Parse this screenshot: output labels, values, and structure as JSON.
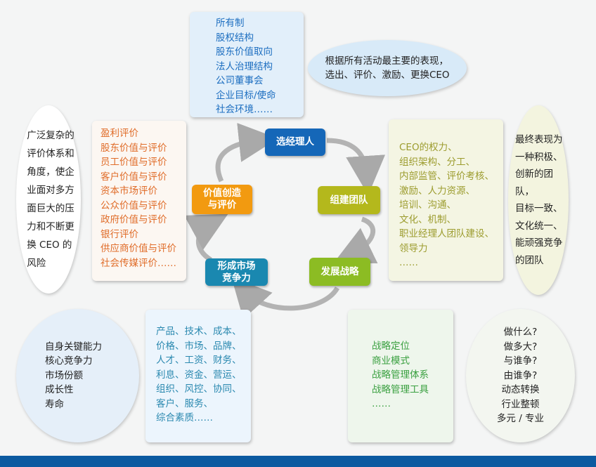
{
  "ownership_box": {
    "lines": [
      "所有制",
      "股权结构",
      "股东价值取向",
      "法人治理结构",
      "公司董事会",
      "企业目标/使命",
      "社会环境……"
    ]
  },
  "top_right_note": {
    "lines": [
      "根据所有活动最主要的表现，",
      "选出、评价、激励、更换CEO"
    ]
  },
  "left_note": {
    "lines": [
      "广泛复杂的",
      "评价体系和",
      "角度，使企",
      "业面对多方",
      "面巨大的压",
      "力和不断更",
      "换 CEO 的",
      "风险"
    ]
  },
  "evaluation_box": {
    "lines": [
      "盈利评价",
      "股东价值与评价",
      "员工价值与评价",
      "客户价值与评价",
      "资本市场评价",
      "公众价值与评价",
      "政府价值与评价",
      "银行评价",
      "供应商价值与评价",
      "社会传媒评价……"
    ]
  },
  "cycle": {
    "select_manager": "选经理人",
    "build_team": "组建团队",
    "develop_strategy": "发展战略",
    "market_competitiveness": [
      "形成市场",
      "竞争力"
    ],
    "value_creation": [
      "价值创造",
      "与评价"
    ]
  },
  "team_box": {
    "lines": [
      "CEO的权力、",
      "组织架构、分工、",
      "内部监管、评价考核、",
      "激励、人力资源、",
      "培训、沟通、",
      "文化、机制、",
      "职业经理人团队建设、",
      "领导力",
      "……"
    ]
  },
  "team_note": {
    "lines": [
      "最终表现为",
      "一种积极、",
      "创新的团队，",
      "目标一致、",
      "文化统一、",
      "能顽强竞争",
      "的团队"
    ]
  },
  "capability_note": {
    "lines": [
      "自身关键能力",
      "核心竞争力",
      "市场份额",
      "成长性",
      "寿命"
    ]
  },
  "competitiveness_box": {
    "lines": [
      "产品、技术、成本、",
      "价格、市场、品牌、",
      "人才、工资、财务、",
      "利息、资金、营运、",
      "组织、风控、协同、",
      "客户、服务、",
      "综合素质……"
    ]
  },
  "strategy_box": {
    "lines": [
      "战略定位",
      "商业模式",
      "战略管理体系",
      "战略管理工具",
      "……"
    ]
  },
  "strategy_note": {
    "lines": [
      "做什么?",
      "做多大?",
      "与谁争?",
      "由谁争?",
      "动态转换",
      "行业整顿",
      "多元 / 专业"
    ]
  },
  "colors": {
    "blue": "#1567b8",
    "orange": "#f29a10",
    "olive": "#b4b81c",
    "teal": "#1a88b0",
    "green": "#8cbc23",
    "footer": "#0b5aa0"
  }
}
